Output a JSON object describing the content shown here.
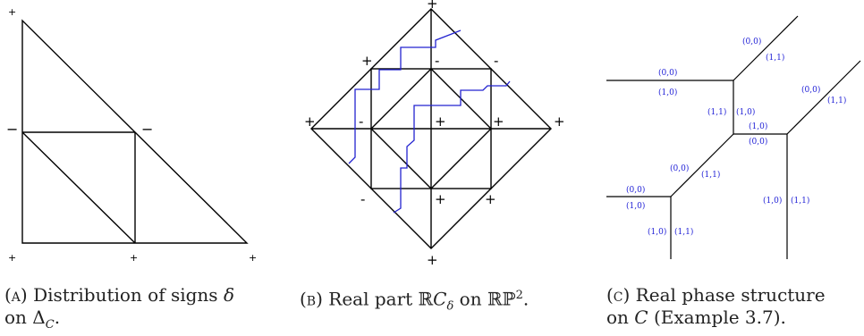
{
  "panel_a": {
    "signs": {
      "top_left": "+",
      "mid_left": "−",
      "mid_right": "−",
      "bottom_left": "+",
      "bottom_middle": "+",
      "bottom_right": "+"
    },
    "caption": {
      "tag": "(a)",
      "text_before": " Distribution of signs ",
      "symbol": "δ",
      "line2_before": "on ",
      "delta": "Δ",
      "sub": "C",
      "after": "."
    }
  },
  "panel_b": {
    "signs": {
      "top": "+",
      "upper_left": "+",
      "upper_center": "-",
      "upper_right": "-",
      "left": "+",
      "inner_left": "-",
      "center": "+",
      "inner_right": "+",
      "right": "+",
      "lower_left": "-",
      "lower_center": "+",
      "lower_right": "+",
      "bottom": "+"
    },
    "caption": {
      "tag": "(b)",
      "text_before": " Real part ",
      "rc": "ℝ",
      "c": "C",
      "sub": "δ",
      "mid": " on ",
      "rp": "ℝℙ",
      "sup": "2",
      "after": "."
    }
  },
  "panel_c": {
    "phase_labels": {
      "top_right_upper": "(0,0)",
      "top_right_lower": "(1,1)",
      "top_left_upper": "(0,0)",
      "top_left_lower": "(1,0)",
      "right_upper": "(0,0)",
      "right_lower": "(1,1)",
      "center_vert_left": "(1,1)",
      "center_vert_right": "(1,0)",
      "center_horiz_upper": "(1,0)",
      "center_horiz_lower": "(0,0)",
      "diag_upper": "(0,0)",
      "diag_lower": "(1,1)",
      "bottom_right_left": "(1,0)",
      "bottom_right_right": "(1,1)",
      "left_upper": "(0,0)",
      "left_lower": "(1,0)",
      "bottom_left_left": "(1,0)",
      "bottom_left_right": "(1,1)"
    },
    "caption": {
      "tag": "(c)",
      "text_before": " Real phase structure",
      "line2_before": "on ",
      "c": "C",
      "after": " (Example 3.7)."
    }
  }
}
